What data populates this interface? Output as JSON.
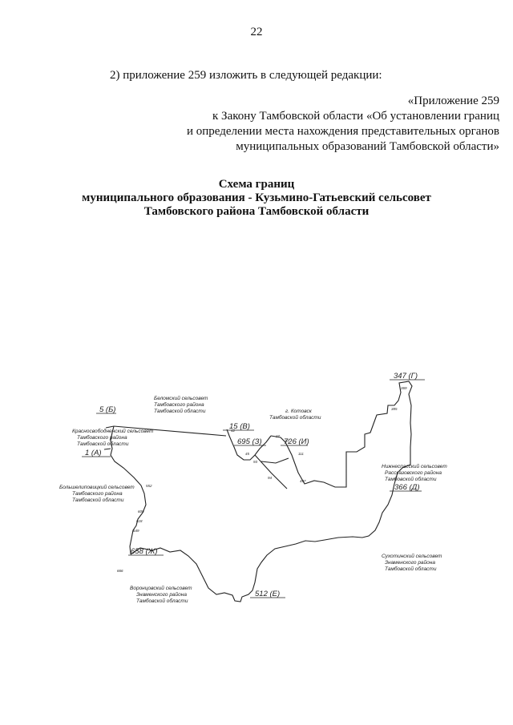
{
  "page_number": "22",
  "item_text": "2)  приложение 259 изложить в следующей редакции:",
  "appendix": {
    "line1": "«Приложение 259",
    "line2": "к Закону Тамбовской области «Об установлении границ",
    "line3": "и определении места нахождения представительных органов",
    "line4": "муниципальных образований Тамбовской области»"
  },
  "title": {
    "line1": "Схема границ",
    "line2": "муниципального образования - Кузьмино-Гатьевский сельсовет",
    "line3": "Тамбовского района Тамбовской области"
  },
  "map": {
    "points": {
      "p347": "347 (Г)",
      "p5": "5 (Б)",
      "p15": "15 (В)",
      "p695": "695 (З)",
      "p726": "726 (И)",
      "p1": "1 (А)",
      "p366": "366 (Д)",
      "p658": "658 (Ж)",
      "p512": "512 (Е)"
    },
    "neighbors": {
      "beloe": [
        "Беломский сельсовет",
        "Тамбовского района",
        "Тамбовской области"
      ],
      "kotovsk": [
        "г. Котовск",
        "Тамбовской области"
      ],
      "krasnosvob": [
        "Красносвободненский сельсовет",
        "Тамбовского района",
        "Тамбовской области"
      ],
      "bolsheli": [
        "Большелиповицкий сельсовет",
        "Тамбовского района",
        "Тамбовской области"
      ],
      "nizhnespas": [
        "Нижнеспасский сельсовет",
        "Рассказовского района",
        "Тамбовской области"
      ],
      "sukhotin": [
        "Сухотинский сельсовет",
        "Знаменского района",
        "Тамбовской области"
      ],
      "voroncov": [
        "Воронцовский сельсовет",
        "Знаменского района",
        "Тамбовской области"
      ]
    },
    "small_numbers": [
      "369",
      "385",
      "42",
      "45",
      "27",
      "57",
      "93",
      "111",
      "94",
      "497",
      "552",
      "600",
      "618",
      "649",
      "666"
    ]
  }
}
